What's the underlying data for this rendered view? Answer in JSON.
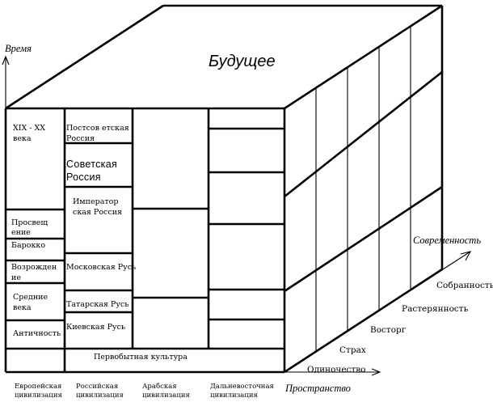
{
  "title": "Будущее",
  "axes": {
    "time": "Время",
    "space": "Пространство",
    "modernity": "Современность"
  },
  "depth_states": [
    "Одиночество",
    "Страх",
    "Восторг",
    "Растерянность",
    "Собранность"
  ],
  "columns": [
    {
      "line1": "Европейская",
      "line2": "цивилизация"
    },
    {
      "line1": "Российская",
      "line2": "цивилизация"
    },
    {
      "line1": "Арабская",
      "line2": "цивилизация"
    },
    {
      "line1": "Дальневосточная",
      "line2": "цивилизация"
    }
  ],
  "european_epochs": [
    {
      "line1": "XIX - XX",
      "line2": "века"
    },
    {
      "line1": "Просвещ",
      "line2": "ение"
    },
    {
      "line1": "Барокко",
      "line2": ""
    },
    {
      "line1": "Возрожден",
      "line2": "ие"
    },
    {
      "line1": "Средние",
      "line2": "века"
    },
    {
      "line1": "Античность",
      "line2": ""
    }
  ],
  "russian_epochs": [
    {
      "line1": "Постсов етская",
      "line2": "Россия"
    },
    {
      "line1": "Советская",
      "line2": "Россия"
    },
    {
      "line1": "Император",
      "line2": "ская Россия"
    },
    {
      "line1": "Московская Русь",
      "line2": ""
    },
    {
      "line1": "Татарская Русь",
      "line2": ""
    },
    {
      "line1": "Киевская Русь",
      "line2": ""
    }
  ],
  "base_row": "Первобытная культура"
}
